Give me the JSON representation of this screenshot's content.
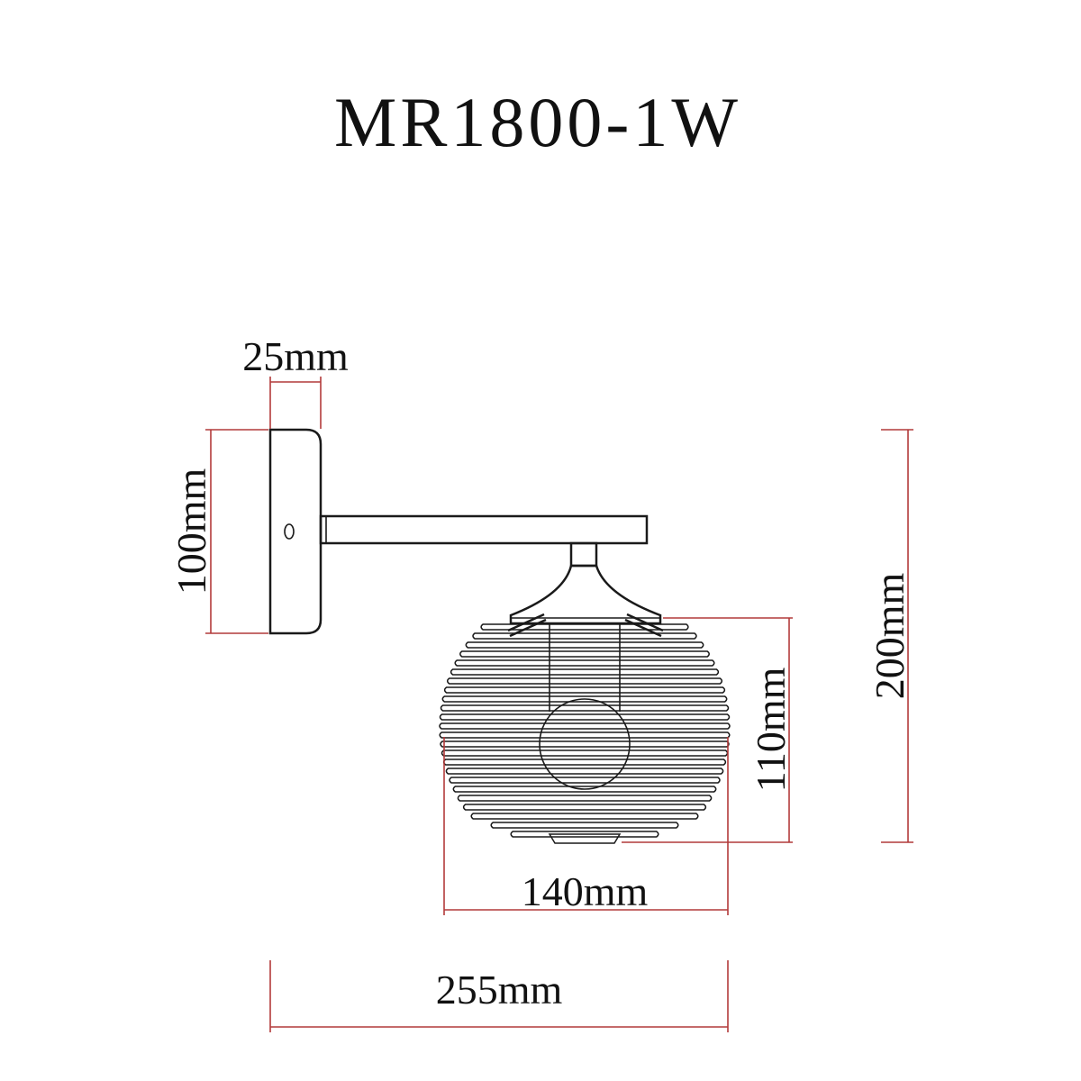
{
  "title": "MR1800-1W",
  "dimensions": {
    "backplate_depth": "25mm",
    "backplate_height": "100mm",
    "total_height": "200mm",
    "shade_height": "110mm",
    "shade_width": "140mm",
    "total_width": "255mm"
  },
  "colors": {
    "line": "#1a1a1a",
    "dimension_line": "#b23a3a"
  }
}
